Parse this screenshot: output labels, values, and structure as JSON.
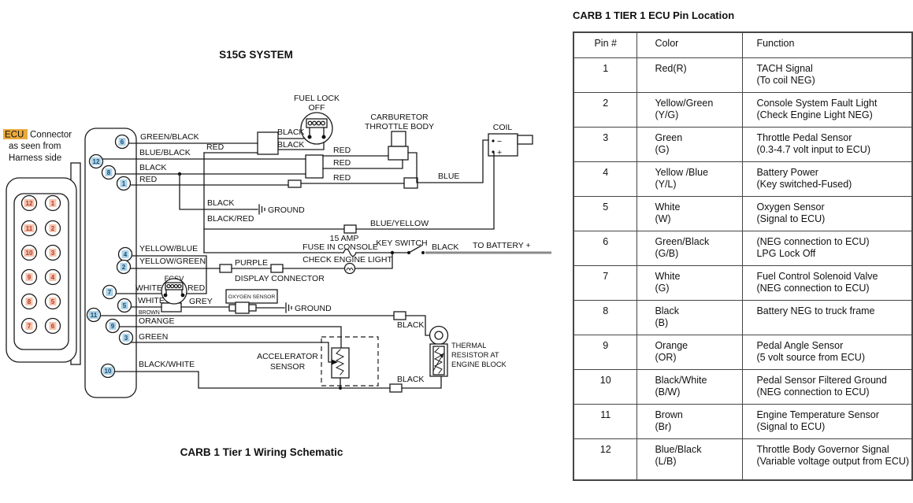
{
  "colors": {
    "callout_bg": "#aed3e8",
    "callout_text": "#1a4c73",
    "pin_bg": "#f6c4ad",
    "pin_text": "#b03a2e",
    "ecu_highlight": "#eaaa3c",
    "wire": "#1a1a1a",
    "battery_wire": "#8a8a8a"
  },
  "schematic": {
    "title": "S15G SYSTEM",
    "caption": "CARB 1 Tier 1 Wiring Schematic",
    "ecu_note": {
      "highlight": "ECU",
      "line1_rest": "Connector",
      "line2": "as seen from",
      "line3": "Harness side"
    },
    "connector": {
      "left_pins": [
        "12",
        "11",
        "10",
        "9",
        "8",
        "7"
      ],
      "right_pins": [
        "1",
        "2",
        "3",
        "4",
        "5",
        "6"
      ]
    },
    "ecu_callouts": [
      "6",
      "12",
      "8",
      "1",
      "4",
      "2",
      "7",
      "5",
      "11",
      "9",
      "3",
      "10"
    ],
    "labels": {
      "green_black": "GREEN/BLACK",
      "blue_black": "BLUE/BLACK",
      "black": "BLACK",
      "red": "RED",
      "blue": "BLUE",
      "blue_yellow": "BLUE/YELLOW",
      "black_red": "BLACK/RED",
      "yellow_blue": "YELLOW/BLUE",
      "yellow_green": "YELLOW/GREEN",
      "purple": "PURPLE",
      "white": "WHITE",
      "grey": "GREY",
      "brown": "BROWN",
      "orange": "ORANGE",
      "green": "GREEN",
      "black_white": "BLACK/WHITE",
      "ground": "GROUND",
      "fuel_lock_1": "FUEL LOCK",
      "fuel_lock_2": "OFF",
      "carb_1": "CARBURETOR",
      "carb_2": "THROTTLE BODY",
      "coil": "COIL",
      "coil_minus": "−",
      "coil_plus": "+",
      "fcsv": "FCSV",
      "fuse_1": "15 AMP",
      "fuse_2": "FUSE IN CONSOLE",
      "key_switch": "KEY SWITCH",
      "to_battery": "TO BATTERY +",
      "check_engine": "CHECK ENGINE LIGHT",
      "display_conn": "DISPLAY CONNECTOR",
      "oxygen": "OXYGEN SENSOR",
      "accel_1": "ACCELERATOR",
      "accel_2": "SENSOR",
      "thermal_1": "THERMAL",
      "thermal_2": "RESISTOR AT",
      "thermal_3": "ENGINE BLOCK"
    }
  },
  "table": {
    "title": "CARB 1 TIER 1 ECU Pin Location",
    "headers": [
      "Pin #",
      "Color",
      "Function"
    ],
    "rows": [
      {
        "pin": "1",
        "color": "Red(R)",
        "color2": "",
        "func1": "TACH Signal",
        "func2": "(To coil NEG)"
      },
      {
        "pin": "2",
        "color": "Yellow/Green",
        "color2": "(Y/G)",
        "func1": "Console System Fault Light",
        "func2": "(Check Engine Light NEG)"
      },
      {
        "pin": "3",
        "color": "Green",
        "color2": "(G)",
        "func1": "Throttle Pedal Sensor",
        "func2": "(0.3-4.7 volt input to ECU)"
      },
      {
        "pin": "4",
        "color": "Yellow /Blue",
        "color2": "(Y/L)",
        "func1": "Battery Power",
        "func2": "(Key switched-Fused)"
      },
      {
        "pin": "5",
        "color": "White",
        "color2": "(W)",
        "func1": "Oxygen Sensor",
        "func2": "(Signal to ECU)"
      },
      {
        "pin": "6",
        "color": "Green/Black",
        "color2": "(G/B)",
        "func1": "(NEG connection to ECU)",
        "func2": "LPG Lock Off"
      },
      {
        "pin": "7",
        "color": "White",
        "color2": "(G)",
        "func1": "Fuel Control Solenoid Valve",
        "func2": "(NEG connection to ECU)"
      },
      {
        "pin": "8",
        "color": "Black",
        "color2": "(B)",
        "func1": "Battery NEG to truck frame",
        "func2": ""
      },
      {
        "pin": "9",
        "color": "Orange",
        "color2": "(OR)",
        "func1": "Pedal Angle Sensor",
        "func2": "(5 volt source from ECU)"
      },
      {
        "pin": "10",
        "color": "Black/White",
        "color2": "(B/W)",
        "func1": "Pedal Sensor Filtered Ground",
        "func2": "(NEG connection to ECU)"
      },
      {
        "pin": "11",
        "color": "Brown",
        "color2": "(Br)",
        "func1": "Engine Temperature Sensor",
        "func2": "(Signal to ECU)"
      },
      {
        "pin": "12",
        "color": "Blue/Black",
        "color2": "(L/B)",
        "func1": "Throttle Body Governor Signal",
        "func2": "(Variable voltage output from ECU)"
      }
    ]
  }
}
